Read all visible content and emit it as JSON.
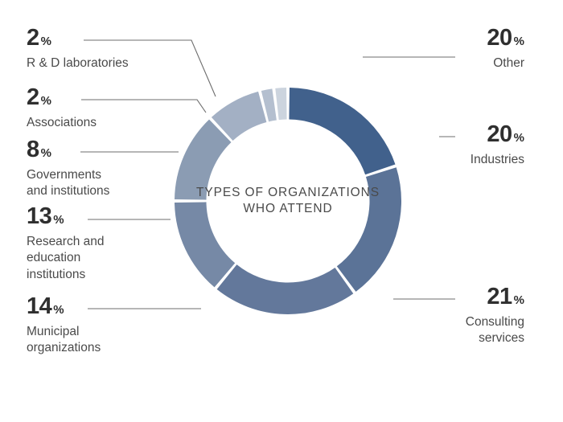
{
  "center": {
    "line1": "TYPES OF ORGANIZATIONS",
    "line2": "WHO ATTEND"
  },
  "chart_data": {
    "type": "pie",
    "variant": "donut",
    "title": "TYPES OF ORGANIZATIONS WHO ATTEND",
    "subtitle": "",
    "xlabel": "",
    "ylabel": "",
    "units": "percent",
    "total": 100,
    "start_angle_deg": 0,
    "direction": "clockwise",
    "inner_radius_ratio": 0.72,
    "gap_between_slices": true,
    "legend": "callout-labels",
    "categories": [
      "Other",
      "Industries",
      "Consulting services",
      "Municipal organizations",
      "Research and education institutions",
      "Governments and institutions",
      "Associations",
      "R & D laboratories"
    ],
    "values": [
      20,
      20,
      21,
      14,
      13,
      8,
      2,
      2
    ],
    "colors": [
      "#41618c",
      "#5b7397",
      "#63789b",
      "#7689a6",
      "#8b9cb3",
      "#a3b0c4",
      "#b4bfcf",
      "#ccd4de"
    ],
    "slices": [
      {
        "label": "Other",
        "value": 20,
        "display": "20",
        "symbol": "%",
        "color": "#41618c"
      },
      {
        "label": "Industries",
        "value": 20,
        "display": "20",
        "symbol": "%",
        "color": "#5b7397"
      },
      {
        "label": "Consulting services",
        "value": 21,
        "display": "21",
        "symbol": "%",
        "color": "#63789b"
      },
      {
        "label": "Municipal organizations",
        "value": 14,
        "display": "14",
        "symbol": "%",
        "color": "#7689a6"
      },
      {
        "label": "Research and education institutions",
        "value": 13,
        "display": "13",
        "symbol": "%",
        "color": "#8b9cb3"
      },
      {
        "label": "Governments and institutions",
        "value": 8,
        "display": "8",
        "symbol": "%",
        "color": "#a3b0c4"
      },
      {
        "label": "Associations",
        "value": 2,
        "display": "2",
        "symbol": "%",
        "color": "#b4bfcf"
      },
      {
        "label": "R & D laboratories",
        "value": 2,
        "display": "2",
        "symbol": "%",
        "color": "#ccd4de"
      }
    ]
  },
  "callouts": {
    "rd_labs": {
      "pct": "2",
      "sym": "%",
      "caption": "R & D laboratories"
    },
    "associations": {
      "pct": "2",
      "sym": "%",
      "caption": "Associations"
    },
    "governments": {
      "pct": "8",
      "sym": "%",
      "caption": "Governments\nand institutions"
    },
    "research": {
      "pct": "13",
      "sym": "%",
      "caption": "Research and\neducation\ninstitutions"
    },
    "municipal": {
      "pct": "14",
      "sym": "%",
      "caption": "Municipal\norganizations"
    },
    "other": {
      "pct": "20",
      "sym": "%",
      "caption": "Other"
    },
    "industries": {
      "pct": "20",
      "sym": "%",
      "caption": "Industries"
    },
    "consulting": {
      "pct": "21",
      "sym": "%",
      "caption": "Consulting\nservices"
    }
  },
  "style": {
    "background": "#ffffff",
    "text_color": "#3a3a3a",
    "leader_line_color": "#6d6d6d"
  }
}
